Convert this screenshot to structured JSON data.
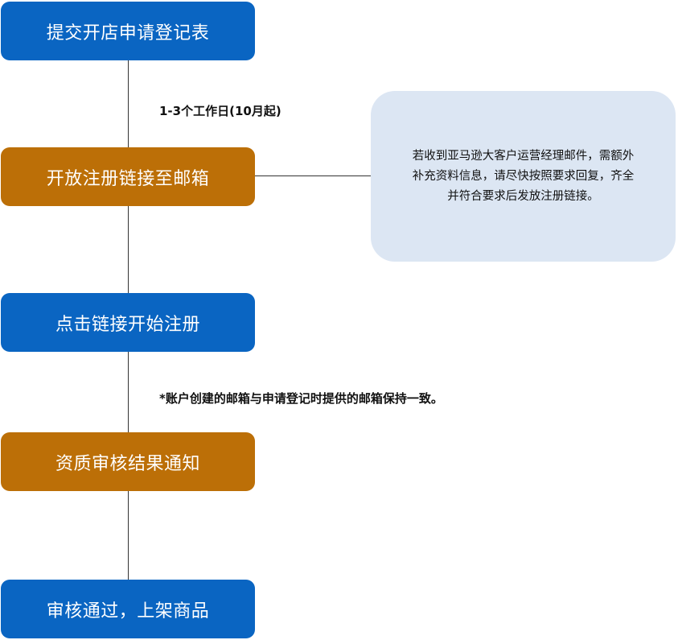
{
  "flow": {
    "steps": [
      {
        "label": "提交开店申请登记表",
        "color": "#0a65c2"
      },
      {
        "label": "开放注册链接至邮箱",
        "color": "#bc6f07"
      },
      {
        "label": "点击链接开始注册",
        "color": "#0a65c2"
      },
      {
        "label": "资质审核结果通知",
        "color": "#bc6f07"
      },
      {
        "label": "审核通过，上架商品",
        "color": "#0a65c2"
      }
    ],
    "annotations": {
      "duration": "1-3个工作日(10月起)",
      "email_note": "*账户创建的邮箱与申请登记时提供的邮箱保持一致。"
    },
    "side_note": {
      "lines": [
        "若收到亚马逊大客户运营经理邮件，需额外",
        "补充资料信息，请尽快按照要求回复，齐全",
        "并符合要求后发放注册链接。"
      ],
      "background": "#dce6f3"
    },
    "line_color": "#333333"
  }
}
